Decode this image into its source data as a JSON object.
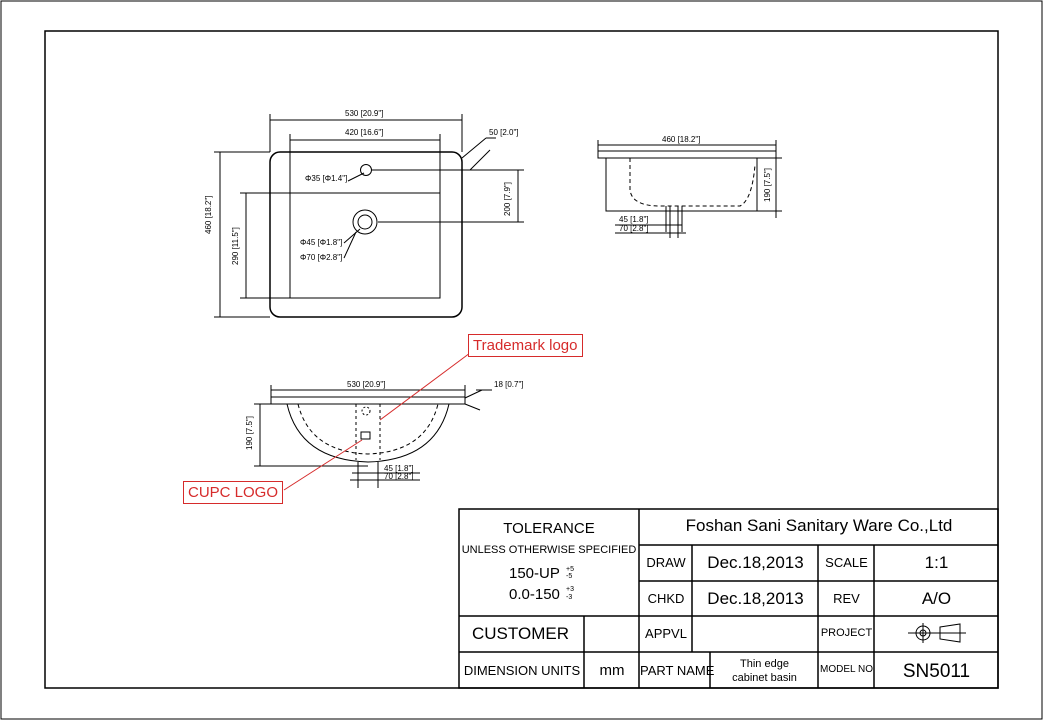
{
  "drawing": {
    "top_view": {
      "width_overall": "530 [20.9\"]",
      "width_inner": "420 [16.6\"]",
      "rim_offset": "50 [2.0\"]",
      "height_overall": "460 [18.2\"]",
      "height_inner": "290 [11.5\"]",
      "hole_center_distance": "200 [7.9\"]",
      "faucet_hole": "Φ35 [Φ1.4\"]",
      "drain_hole_inner": "Φ45 [Φ1.8\"]",
      "drain_hole_outer": "Φ70 [Φ2.8\"]"
    },
    "side_view": {
      "length": "460 [18.2\"]",
      "depth": "190 [7.5\"]",
      "drain_inner": "45 [1.8\"]",
      "drain_outer": "70 [2.8\"]"
    },
    "front_view": {
      "length": "530 [20.9\"]",
      "rim_thickness": "18 [0.7\"]",
      "depth": "190 [7.5\"]",
      "drain_inner": "45 [1.8\"]",
      "drain_outer": "70 [2.8\"]"
    },
    "callouts": {
      "trademark": "Trademark logo",
      "cupc": "CUPC LOGO"
    },
    "colors": {
      "line": "#000000",
      "callout": "#d62b2b"
    }
  },
  "title_block": {
    "tolerance_title": "TOLERANCE",
    "tolerance_note": "UNLESS OTHERWISE SPECIFIED",
    "tol_row1": "150-UP",
    "tol_row1_plus": "+5",
    "tol_row1_minus": "-5",
    "tol_row2": "0.0-150",
    "tol_row2_plus": "+3",
    "tol_row2_minus": "-3",
    "company": "Foshan Sani Sanitary Ware Co.,Ltd",
    "draw_label": "DRAW",
    "draw_date": "Dec.18,2013",
    "scale_label": "SCALE",
    "scale_value": "1:1",
    "chkd_label": "CHKD",
    "chkd_date": "Dec.18,2013",
    "rev_label": "REV",
    "rev_value": "A/O",
    "customer_label": "CUSTOMER",
    "appvl_label": "APPVL",
    "project_label": "PROJECT",
    "dim_units_label": "DIMENSION UNITS",
    "dim_units_value": "mm",
    "part_name_label": "PART NAME",
    "part_name_line1": "Thin edge",
    "part_name_line2": "cabinet basin",
    "model_no_label": "MODEL NO",
    "model_no_value": "SN5011"
  }
}
